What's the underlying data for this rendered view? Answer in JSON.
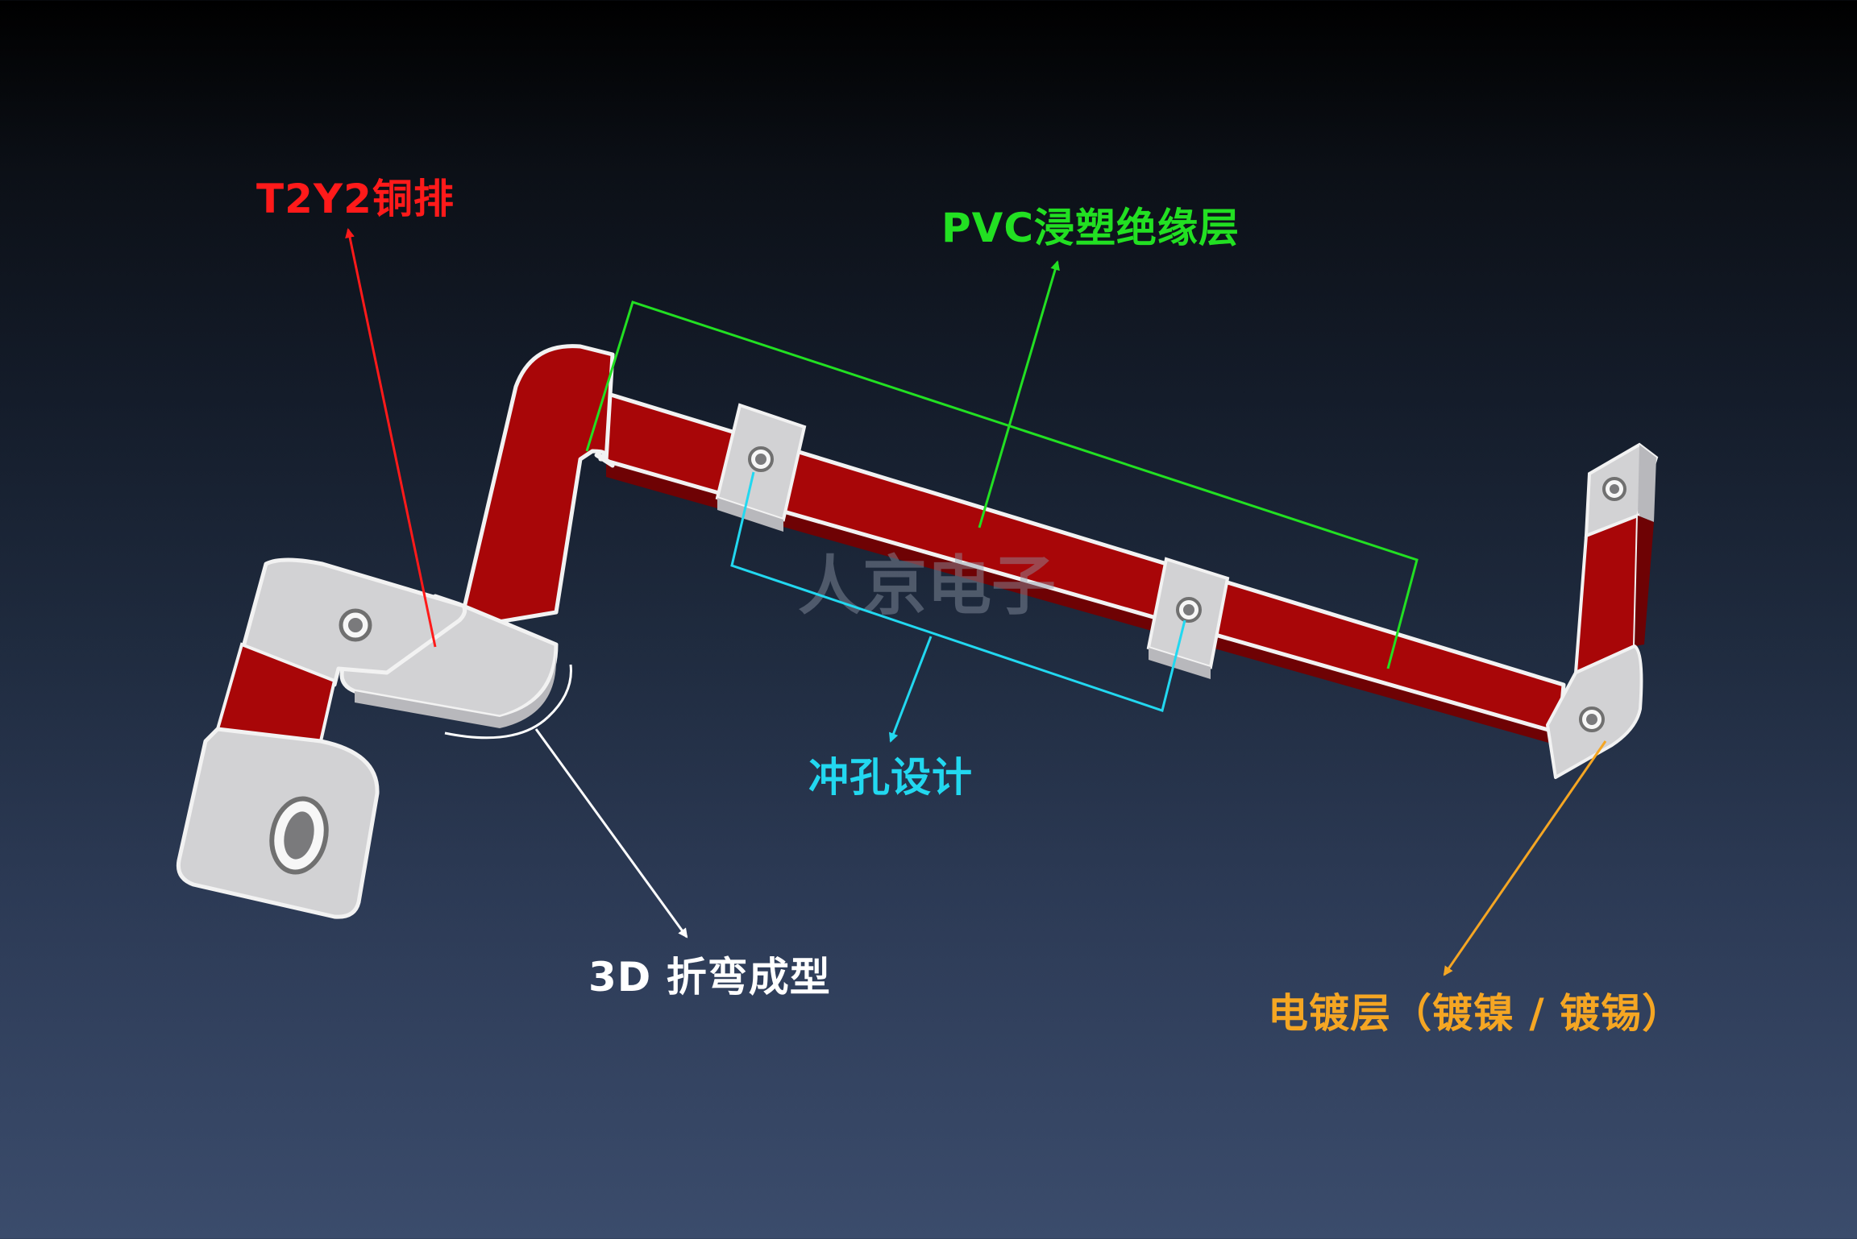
{
  "colors": {
    "copper": "#ff1a1a",
    "pvc": "#22e022",
    "punch": "#22d8f0",
    "bend": "#ffffff",
    "plating": "#f5a623",
    "insulation": "#a80608",
    "insulation_dark": "#6e0204",
    "metal": "#d2d2d4",
    "metal_edge": "#f2f2f2",
    "watermark": "#8e96a6"
  },
  "labels": {
    "copper": "T2Y2铜排",
    "pvc": "PVC浸塑绝缘层",
    "punch": "冲孔设计",
    "bend": "3D 折弯成型",
    "plating": "电镀层（镀镍 / 镀锡）"
  },
  "watermark": "人京电子",
  "icons": {
    "hole": "mounting-hole-icon",
    "arrow": "arrowhead-icon"
  }
}
